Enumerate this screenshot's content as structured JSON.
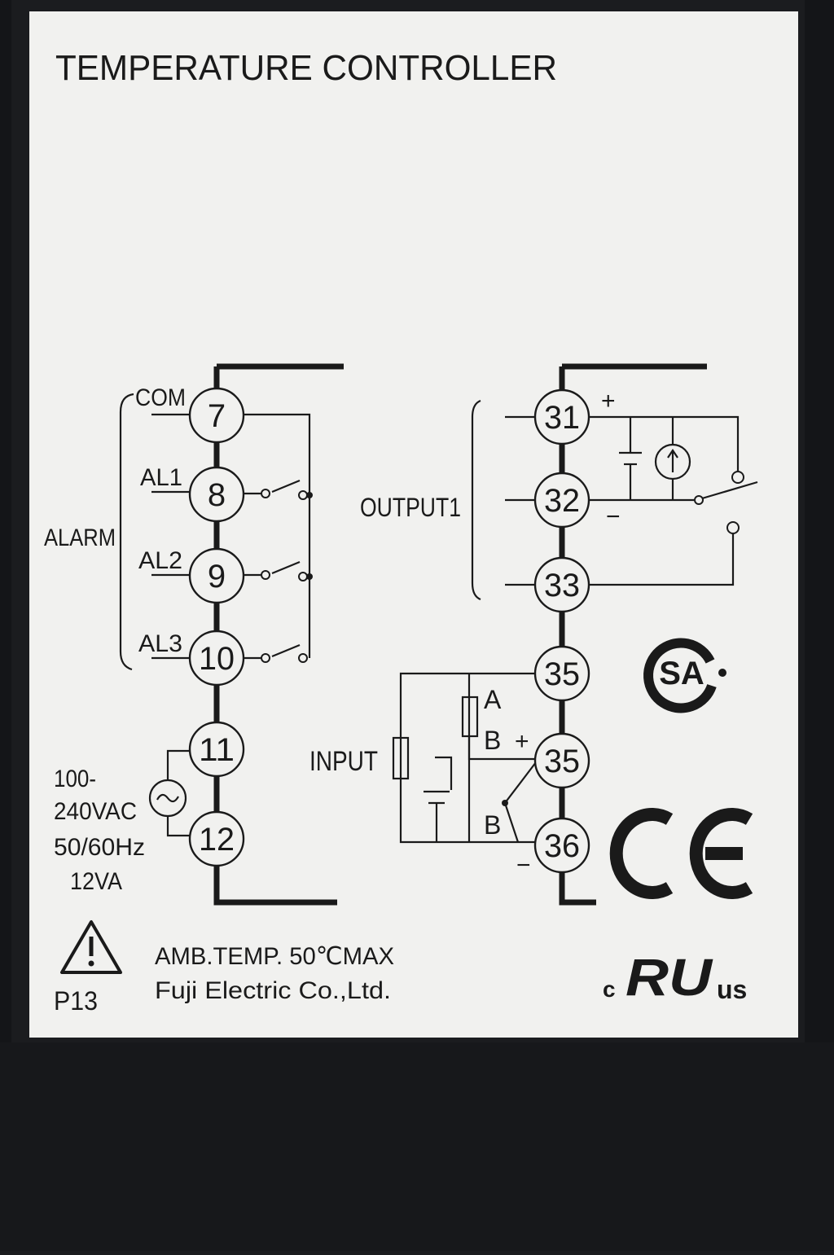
{
  "label": {
    "title": "TEMPERATURE CONTROLLER",
    "footer_ambient": "AMB.TEMP. 50℃MAX",
    "footer_maker": "Fuji Electric Co.,Ltd.",
    "page_code": "P13"
  },
  "alarm": {
    "group_label": "ALARM",
    "pins": [
      {
        "number": "7",
        "label": "COM"
      },
      {
        "number": "8",
        "label": "AL1"
      },
      {
        "number": "9",
        "label": "AL2"
      },
      {
        "number": "10",
        "label": "AL3"
      }
    ]
  },
  "power": {
    "pins": [
      {
        "number": "11"
      },
      {
        "number": "12"
      }
    ],
    "spec_lines": [
      "100-",
      "240VAC",
      "50/60Hz",
      "12VA"
    ]
  },
  "output": {
    "group_label": "OUTPUT1",
    "pins": [
      {
        "number": "31"
      },
      {
        "number": "32"
      },
      {
        "number": "33"
      }
    ],
    "plus": "+",
    "minus": "−"
  },
  "input": {
    "group_label": "INPUT",
    "pins": [
      {
        "number": "35"
      },
      {
        "number": "35"
      },
      {
        "number": "36"
      }
    ],
    "rtd_labels": [
      "A",
      "B",
      "B"
    ],
    "plus": "+",
    "minus": "−"
  },
  "certifications": {
    "csa": "SA",
    "ce": "CE",
    "ul_left": "c",
    "ul_mark": "RU",
    "ul_right": "us"
  },
  "colors": {
    "housing": "#1a1b1e",
    "label_paper": "#f1f1ef",
    "ink": "#1a1a1a"
  }
}
